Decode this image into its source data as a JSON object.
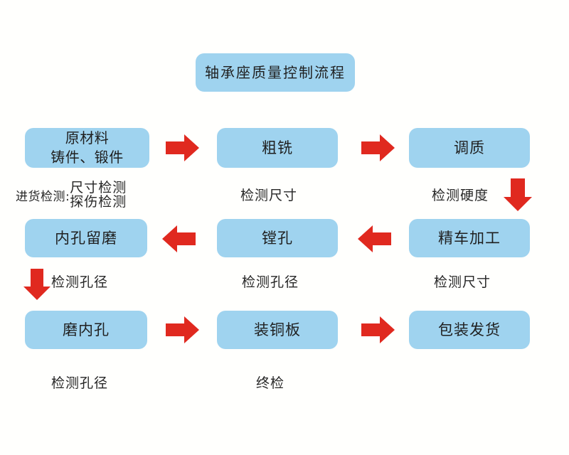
{
  "diagram": {
    "title": "轴承座质量控制流程",
    "background_color": "#fffffd",
    "box_color": "#9fd3ef",
    "arrow_color": "#e0291f",
    "text_color": "#1f1f1f"
  },
  "boxes": {
    "title": "轴承座质量控制流程",
    "raw_material_line1": "原材料",
    "raw_material_line2": "铸件、锻件",
    "rough_milling": "粗铣",
    "quench_temper": "调质",
    "bore_reserve_grind": "内孔留磨",
    "boring": "镗孔",
    "fine_turning": "精车加工",
    "grind_inner_hole": "磨内孔",
    "install_copper_plate": "装铜板",
    "packing_shipping": "包装发货"
  },
  "captions": {
    "incoming_label": "进货检测:",
    "incoming_line1": "尺寸检测",
    "incoming_line2": "探伤检测",
    "check_dimension_row1": "检测尺寸",
    "check_hardness": "检测硬度",
    "check_bore_left_row2": "检测孔径",
    "check_bore_mid_row2": "检测孔径",
    "check_dimension_row2": "检测尺寸",
    "check_bore_row3": "检测孔径",
    "final_inspection": "终检"
  },
  "arrows": {
    "r1_a1": "arrow-right-icon",
    "r1_a2": "arrow-right-icon",
    "r1_to_r2": "arrow-down-icon",
    "r2_a1": "arrow-left-icon",
    "r2_a2": "arrow-left-icon",
    "r2_to_r3": "arrow-down-icon",
    "r3_a1": "arrow-right-icon",
    "r3_a2": "arrow-right-icon"
  }
}
